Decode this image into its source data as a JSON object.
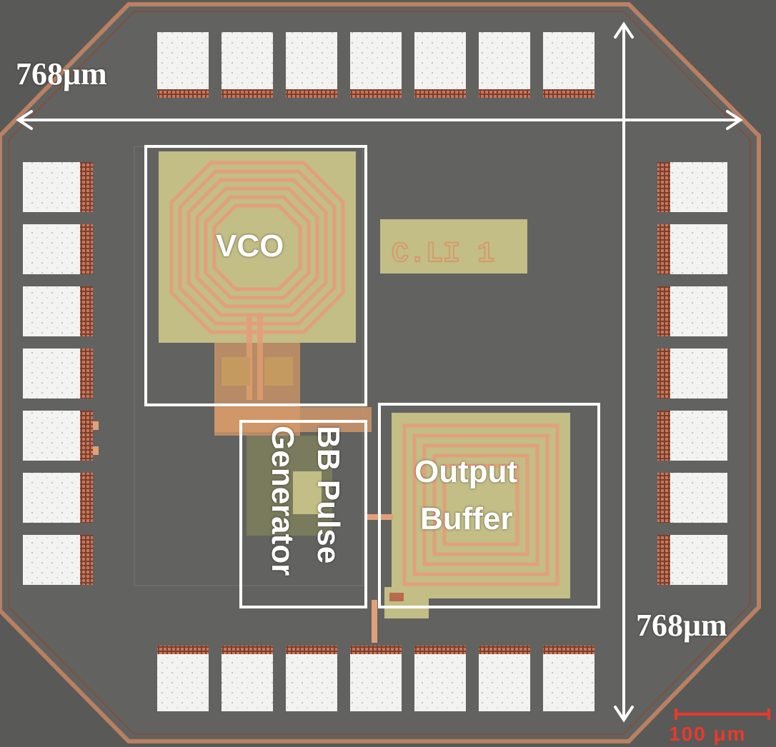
{
  "labels": {
    "width_dimension": "768μm",
    "height_dimension": "768μm",
    "vco": "VCO",
    "chip_id": "C.LI 1",
    "bb_pulse": "BB Pulse",
    "generator": "Generator",
    "output": "Output",
    "buffer": "Buffer",
    "scale_bar": "100 μm"
  },
  "colors": {
    "substrate": "#5e5e5c",
    "die_border": "#c98c6c",
    "pad": "#f2f2f0",
    "pad_via": "#b86a4c",
    "metal_copper": "#e0a07a",
    "passivation": "#c9c287",
    "annotation": "#ffffff",
    "scale_bar": "#e83a2c"
  }
}
